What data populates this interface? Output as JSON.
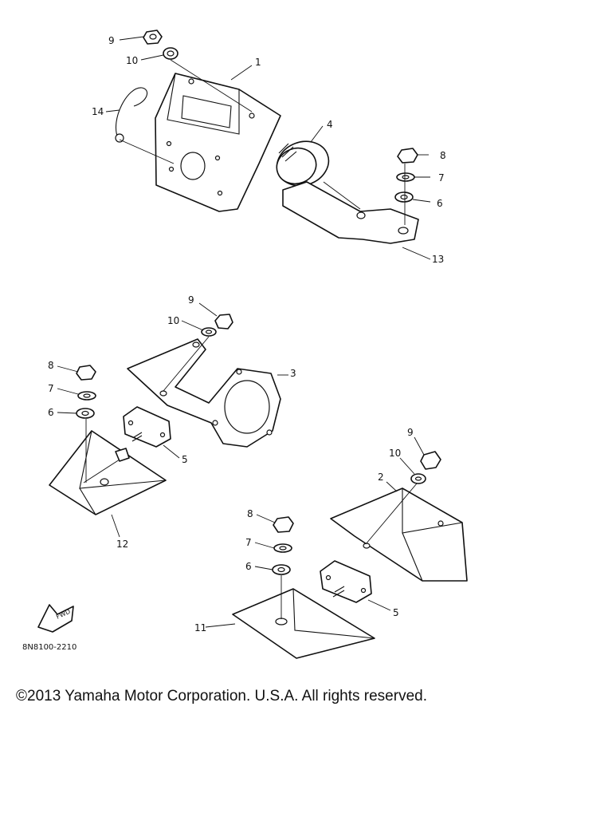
{
  "diagram": {
    "part_numbers": {
      "p1": "1",
      "p2": "2",
      "p3": "3",
      "p4": "4",
      "p5": "5",
      "p6": "6",
      "p7": "7",
      "p8": "8",
      "p9": "9",
      "p10": "10",
      "p11": "11",
      "p12": "12",
      "p13": "13",
      "p14": "14"
    },
    "fwd_label": "FWD",
    "drawing_code": "8N8100-2210"
  },
  "copyright": "©2013 Yamaha Motor Corporation. U.S.A. All rights reserved."
}
